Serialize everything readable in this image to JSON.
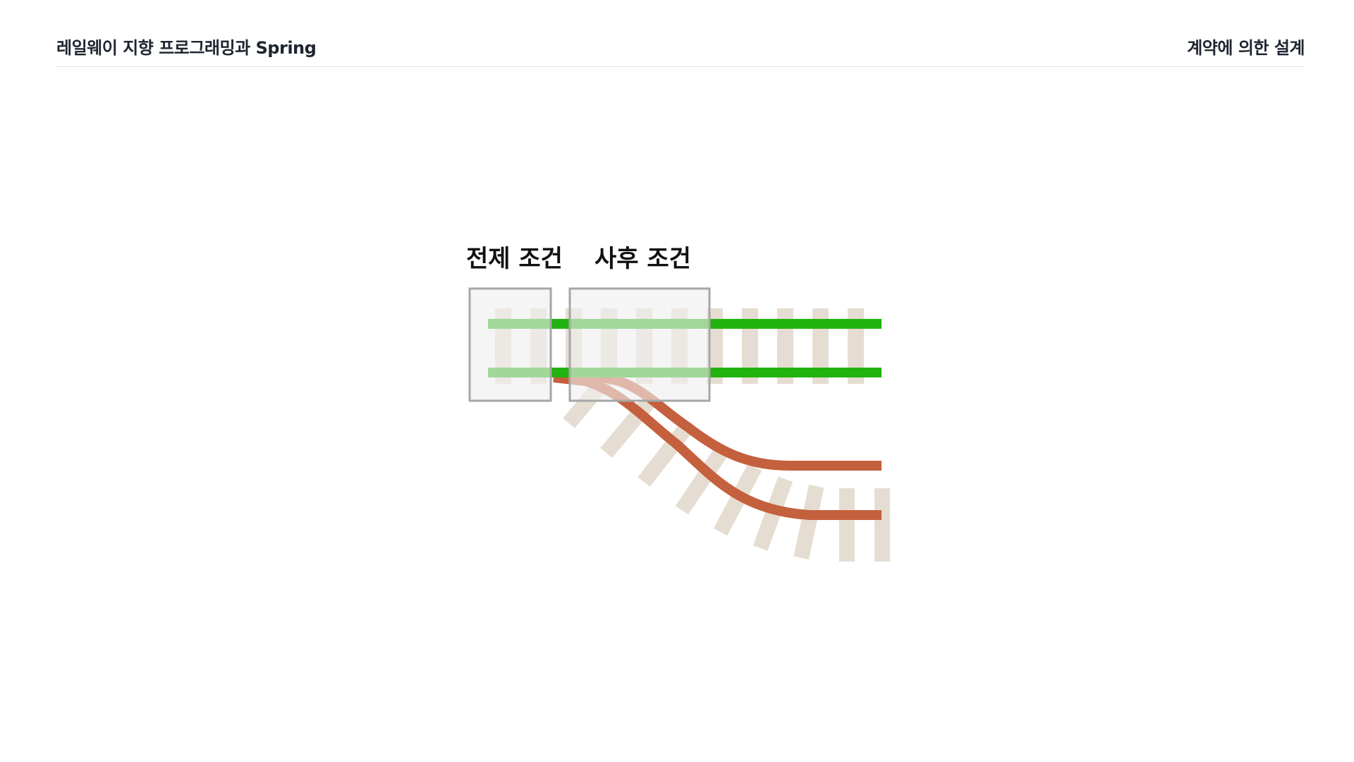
{
  "header": {
    "left_title": "레일웨이 지향 프로그래밍과 Spring",
    "right_title": "계약에 의한 설계"
  },
  "diagram": {
    "precondition_label": "전제 조건",
    "postcondition_label": "사후 조건"
  },
  "colors": {
    "success_rail": "#22b20f",
    "failure_rail": "#c4603d",
    "tie": "#e6ddd2",
    "highlight_box_fill": "#efefef",
    "highlight_box_border": "#a6a6a6"
  }
}
